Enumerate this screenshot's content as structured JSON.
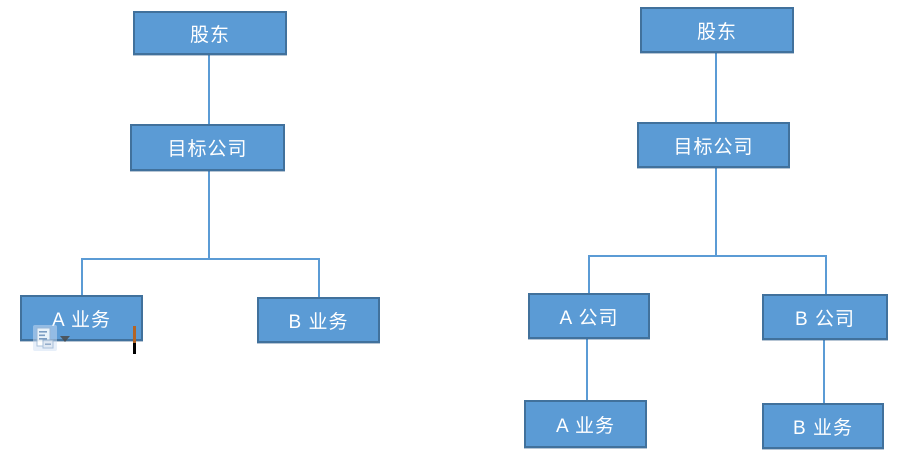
{
  "window": {
    "background": "#ffffff"
  },
  "colors": {
    "node_fill": "#5b9bd5",
    "node_border": "#41719c",
    "connector": "#5b9bd5",
    "node_text": "#ffffff",
    "cursor_top": "#b36425",
    "cursor_bottom": "#000000",
    "paste_button_bg": "#cddff3"
  },
  "diagram_left": {
    "nodes": {
      "shareholder": {
        "label": "股东"
      },
      "target_company": {
        "label": "目标公司"
      },
      "business_a": {
        "label": "A 业务"
      },
      "business_b": {
        "label": "B 业务"
      }
    },
    "edges": [
      {
        "from": "shareholder",
        "to": "target_company"
      },
      {
        "from": "target_company",
        "to": "business_a"
      },
      {
        "from": "target_company",
        "to": "business_b"
      }
    ]
  },
  "diagram_right": {
    "nodes": {
      "shareholder": {
        "label": "股东"
      },
      "target_company": {
        "label": "目标公司"
      },
      "company_a": {
        "label": "A 公司"
      },
      "company_b": {
        "label": "B 公司"
      },
      "business_a": {
        "label": "A 业务"
      },
      "business_b": {
        "label": "B 业务"
      }
    },
    "edges": [
      {
        "from": "shareholder",
        "to": "target_company"
      },
      {
        "from": "target_company",
        "to": "company_a"
      },
      {
        "from": "target_company",
        "to": "company_b"
      },
      {
        "from": "company_a",
        "to": "business_a"
      },
      {
        "from": "company_b",
        "to": "business_b"
      }
    ]
  },
  "overlays": {
    "paste_options_button": {
      "icon": "paste-options-icon"
    },
    "text_cursor": {
      "visible": true
    }
  }
}
